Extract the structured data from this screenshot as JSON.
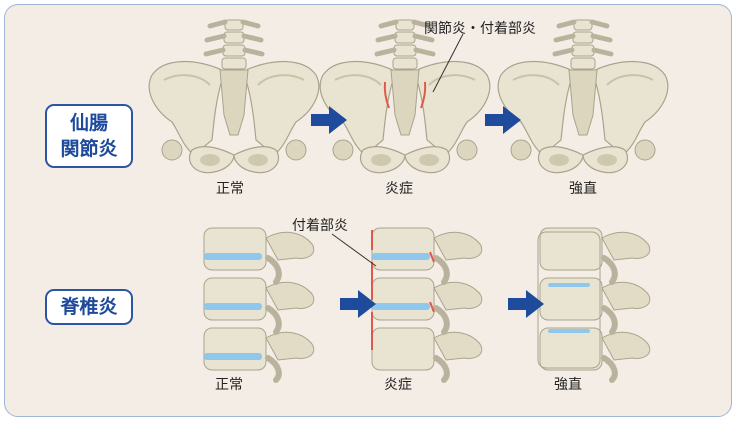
{
  "rows": [
    {
      "category": "仙腸\n関節炎",
      "stages": [
        "正常",
        "炎症",
        "強直"
      ],
      "annotation": "関節炎・付着部炎"
    },
    {
      "category": "脊椎炎",
      "stages": [
        "正常",
        "炎症",
        "強直"
      ],
      "annotation": "付着部炎"
    }
  ],
  "colors": {
    "border": "#9fb6d9",
    "background": "#f4ede6",
    "tag_text": "#1e4a9c",
    "arrow": "#1f4b9c",
    "bone": "#e9e4d2",
    "disc": "#8fc8ec",
    "inflammation": "#e0584a"
  }
}
